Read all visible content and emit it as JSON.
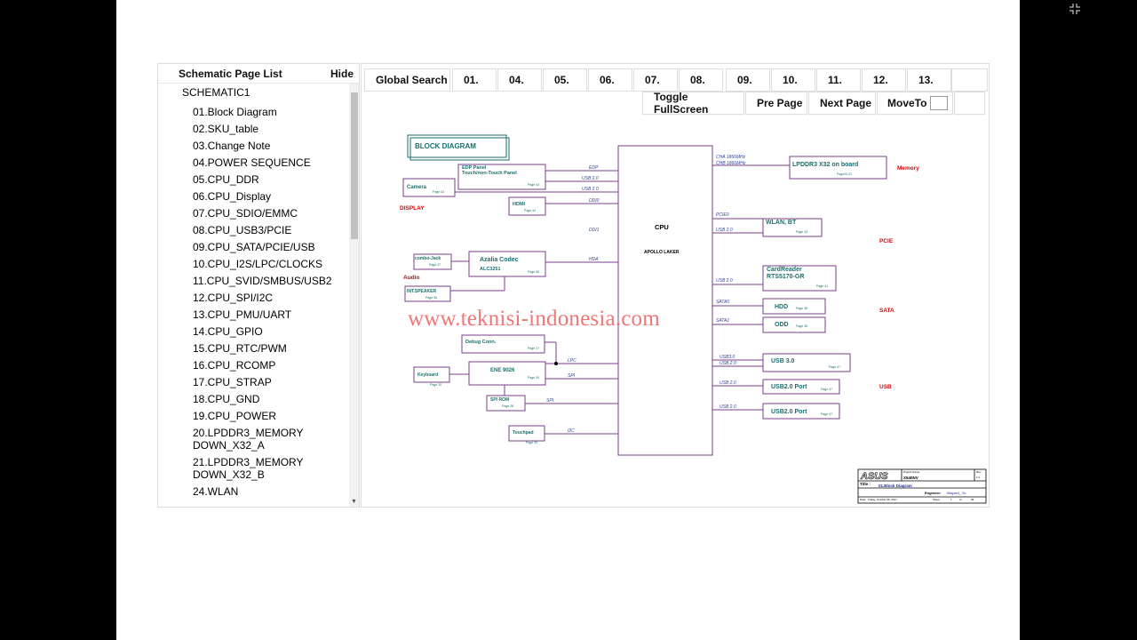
{
  "sidebar": {
    "title": "Schematic Page List",
    "hide_label": "Hide",
    "root": "SCHEMATIC1",
    "items": [
      "01.Block Diagram",
      "02.SKU_table",
      "03.Change Note",
      "04.POWER SEQUENCE",
      "05.CPU_DDR",
      "06.CPU_Display",
      "07.CPU_SDIO/EMMC",
      "08.CPU_USB3/PCIE",
      "09.CPU_SATA/PCIE/USB",
      "10.CPU_I2S/LPC/CLOCKS",
      "11.CPU_SVID/SMBUS/USB2",
      "12.CPU_SPI/I2C",
      "13.CPU_PMU/UART",
      "14.CPU_GPIO",
      "15.CPU_RTC/PWM",
      "16.CPU_RCOMP",
      "17.CPU_STRAP",
      "18.CPU_GND",
      "19.CPU_POWER",
      "20.LPDDR3_MEMORY DOWN_X32_A",
      "21.LPDDR3_MEMORY DOWN_X32_B",
      "24.WLAN"
    ]
  },
  "toolbar": {
    "global_search": "Global Search",
    "pages": [
      "01.",
      "04.",
      "05.",
      "06.",
      "07.",
      "08.",
      "09.",
      "10.",
      "11.",
      "12.",
      "13."
    ],
    "toggle_fullscreen": "Toggle FullScreen",
    "pre_page": "Pre Page",
    "next_page": "Next Page",
    "move_to": "MoveTo"
  },
  "schematic": {
    "title_box": "BLOCK DIAGRAM",
    "cpu": "CPU",
    "cpu_sub": "APOLLO LAKER",
    "edp": "EDP Panel",
    "edp_sub": "Touch/non-Touch Panel",
    "edp_page": "Page 43",
    "camera": "Camera",
    "camera_page": "Page 43",
    "display_label": "DISPLAY",
    "hdmi": "HDMI",
    "hdmi_page": "Page 44",
    "combo_jack": "combo-Jack",
    "combo_page": "Page 37",
    "azalia": "Azalia Codec",
    "azalia_sub": "ALC3251",
    "azalia_page": "Page 36",
    "audio_label": "Audio",
    "speaker": "INT.SPEAKER",
    "speaker_page": "Page 36",
    "debug": "Debug Conn.",
    "debug_page": "Page 27",
    "ene": "ENE 9026",
    "ene_page": "Page 30",
    "keyboard": "Keyboard",
    "keyboard_page": "Page 30",
    "spirom": "SPI ROM",
    "spirom_page": "Page 28",
    "touchpad": "Touchpad",
    "touchpad_page": "Page 39",
    "lpddr": "LPDDR3 X32 on board",
    "lpddr_page": "Page20,21",
    "memory_label": "Memory",
    "wlan": "WLAN, BT",
    "wlan_page": "Page 24",
    "pcie_label": "PCIE",
    "cardreader": "CardReader",
    "cardreader_sub": "RTS5170-GR",
    "cardreader_page": "Page 41",
    "hdd": "HDD",
    "hdd_page": "Page 38",
    "odd": "ODD",
    "odd_page": "Page 38",
    "sata_label": "SATA",
    "usb3": "USB 3.0",
    "usb3_page": "Page 47",
    "usb2a": "USB2.0 Port",
    "usb2a_page": "Page 47",
    "usb2b": "USB2.0 Port",
    "usb2b_page": "Page 47",
    "usb_label": "USB",
    "sig_edp": "EDP",
    "sig_usb20": "USB 2.0",
    "sig_ddi0": "DDI0",
    "sig_ddi1": "DDI1",
    "sig_hda": "HDA",
    "sig_lpc": "LPC",
    "sig_spi": "SPI",
    "sig_i2c": "I2C",
    "sig_cha": "CHA 1866MHz",
    "sig_chb": "CHB 1866MHz",
    "sig_pcie0": "PCIE0",
    "sig_sata0": "SATA0",
    "sig_sata1": "SATA1",
    "sig_usb30": "USB3.0",
    "brand_logo": "ASUS",
    "tb_project_label": "Project Name",
    "tb_project": "X540NV",
    "tb_rev_label": "Rev",
    "tb_rev": "1.0",
    "tb_title_label": "Title :",
    "tb_title": "01.Block Diagram",
    "tb_engineer_label": "Engineer:",
    "tb_engineer": "Wayne1_Yu",
    "tb_date_label": "Date:",
    "tb_date": "Friday, October 06, 2017",
    "tb_sheet_label": "Sheet",
    "tb_sheet": "1",
    "tb_of": "of",
    "tb_total": "99"
  },
  "watermark": "www.teknisi-indonesia.com",
  "colors": {
    "wire": "#7b3f8c",
    "box": "#7b3f8c",
    "label_blue": "#2e3f9e",
    "teal": "#1c6e6e",
    "red": "#e00000",
    "watermark": "#ef6c6c"
  }
}
